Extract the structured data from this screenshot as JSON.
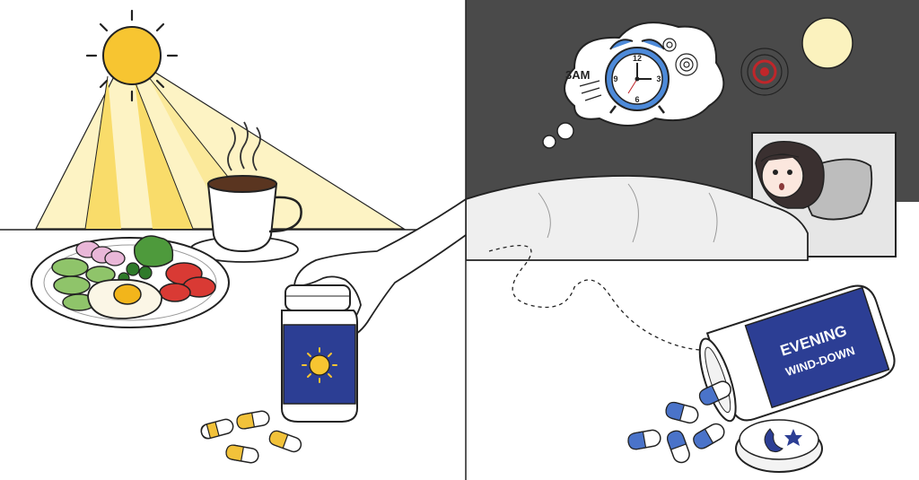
{
  "scene": {
    "left_panel": {
      "theme": "morning"
    },
    "right_panel": {
      "theme": "night"
    }
  },
  "thought": {
    "time_label": "3AM"
  },
  "evening_bottle": {
    "line1": "EVENING",
    "line2": "WIND-DOWN"
  },
  "colors": {
    "night_sky": "#4a4a4a",
    "sun": "#f7c531",
    "sunbeam": "#fbe99a",
    "bottle_label": "#2c3e94",
    "pill_yellow": "#f2c23a",
    "pill_blue": "#4a73c9",
    "tomato": "#d93a34",
    "cucumber": "#8fc46a",
    "clock_blue": "#4d8ad9",
    "spiral_red": "#c0262a"
  },
  "icons": {
    "sun": "sun-icon",
    "clock": "alarm-clock-icon",
    "moon": "moon-icon",
    "star": "star-icon",
    "coffee": "coffee-cup-icon"
  }
}
